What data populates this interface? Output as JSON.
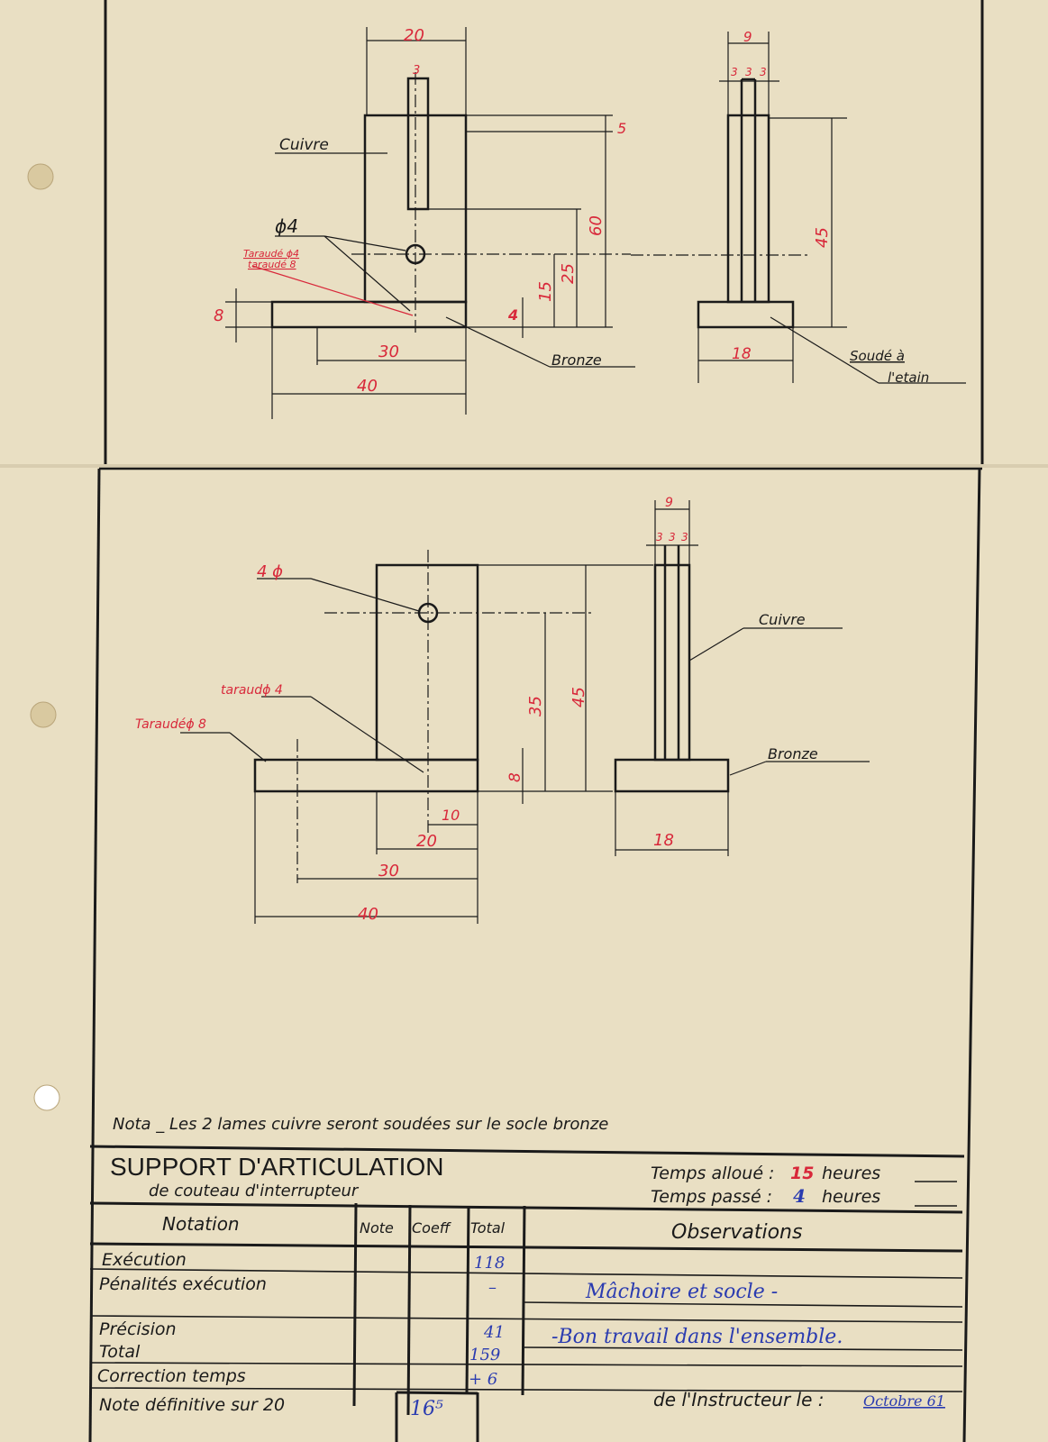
{
  "top_front_view": {
    "dim_width": "20",
    "dim_slot": "3",
    "dim_top": "5",
    "dim_height": "60",
    "dim_slot_height": "25",
    "dim_hole": "15",
    "dim_base_red": "4",
    "dim_base": "8",
    "dim_30": "30",
    "dim_40": "40",
    "label_cuivre": "Cuivre",
    "label_hole": "ϕ4",
    "red_note_1": "Taraudé ϕ4",
    "red_note_2": "taraudé 8",
    "label_bronze": "Bronze"
  },
  "top_side_view": {
    "dim_width": "9",
    "dim_thk": [
      "3",
      "3",
      "3"
    ],
    "dim_height": "45",
    "dim_base": "18",
    "label_solder_1": "Soudé à",
    "label_solder_2": "l'etain"
  },
  "bottom_front_view": {
    "label_hole": "4 ϕ",
    "label_tap4": "taraudϕ 4",
    "label_tap8": "Taraudéϕ 8",
    "dim_35": "35",
    "dim_45": "45",
    "dim_8": "8",
    "dim_10": "10",
    "dim_20": "20",
    "dim_30": "30",
    "dim_40": "40"
  },
  "bottom_side_view": {
    "dim_width": "9",
    "dim_thk": [
      "3",
      "3",
      "3"
    ],
    "label_cuivre": "Cuivre",
    "label_bronze": "Bronze",
    "dim_base": "18"
  },
  "nota": "Nota _ Les 2 lames   cuivre   seront soudées sur le socle bronze",
  "title_block": {
    "title": "SUPPORT  D'ARTICULATION",
    "subtitle": "de couteau d'interrupteur",
    "temps_alloue_label": "Temps alloué :",
    "temps_alloue_value": "15",
    "temps_passe_label": "Temps passé :",
    "temps_passe_value": "4",
    "heures": "heures",
    "headers": {
      "notation": "Notation",
      "note": "Note",
      "coeff": "Coeff",
      "total": "Total",
      "observations": "Observations"
    },
    "rows": [
      {
        "label": "Exécution",
        "total": "118"
      },
      {
        "label": "Pénalités  exécution",
        "total": "–"
      },
      {
        "label": "Précision",
        "total": "41"
      },
      {
        "label": "Total",
        "total": "159"
      },
      {
        "label": "Correction temps",
        "total": "+ 6"
      }
    ],
    "final_label": "Note définitive sur 20",
    "final_value": "16⁵",
    "observations": [
      "Mâchoire et socle -",
      "-Bon travail dans l'ensemble."
    ],
    "instructor_label": "de l'Instructeur le :",
    "instructor_date": "Octobre 61"
  }
}
